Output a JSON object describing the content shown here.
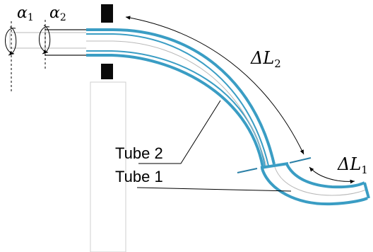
{
  "labels": {
    "alpha1": "α",
    "alpha1_sub": "1",
    "alpha2": "α",
    "alpha2_sub": "2",
    "deltaL2": "ΔL",
    "deltaL2_sub": "2",
    "deltaL1": "ΔL",
    "deltaL1_sub": "1",
    "tube2": "Tube 2",
    "tube1": "Tube 1"
  },
  "colors": {
    "tube": "#3a9dc4",
    "support": "#000000",
    "stand": "#cfcfcf"
  }
}
